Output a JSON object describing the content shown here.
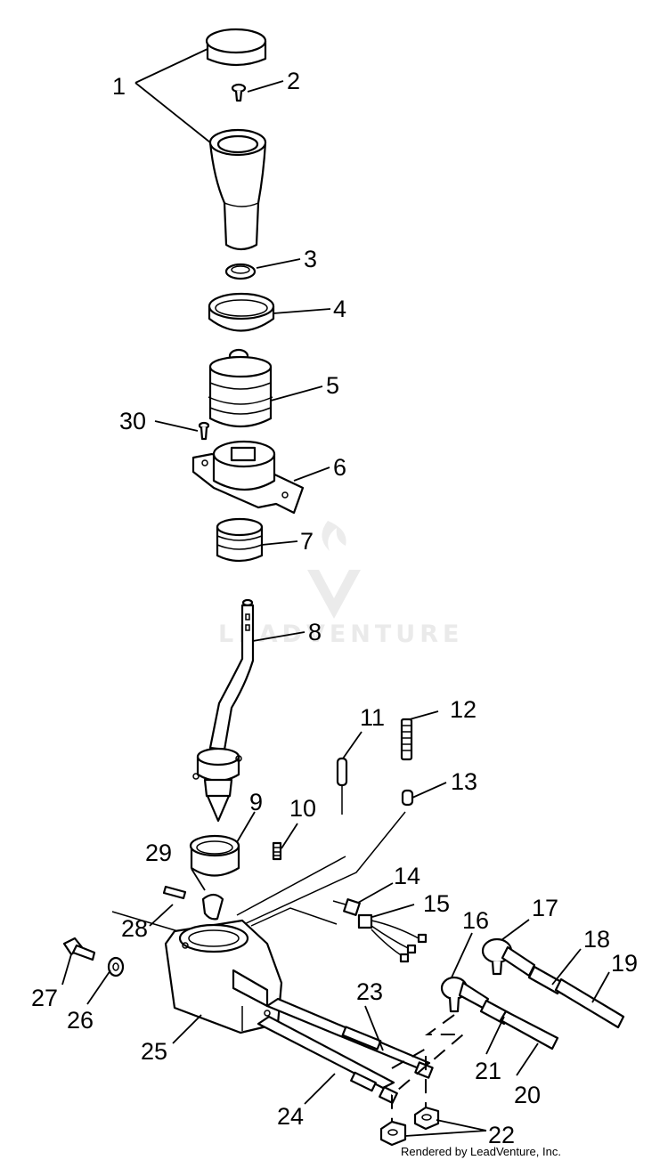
{
  "callouts": [
    "1",
    "2",
    "3",
    "4",
    "5",
    "6",
    "7",
    "8",
    "9",
    "10",
    "11",
    "12",
    "13",
    "14",
    "15",
    "16",
    "17",
    "18",
    "19",
    "20",
    "21",
    "22",
    "23",
    "24",
    "25",
    "26",
    "27",
    "28",
    "29",
    "30"
  ],
  "watermark": {
    "text": "LEADVENTURE"
  },
  "footer": {
    "credit": "Rendered by LeadVenture, Inc."
  }
}
